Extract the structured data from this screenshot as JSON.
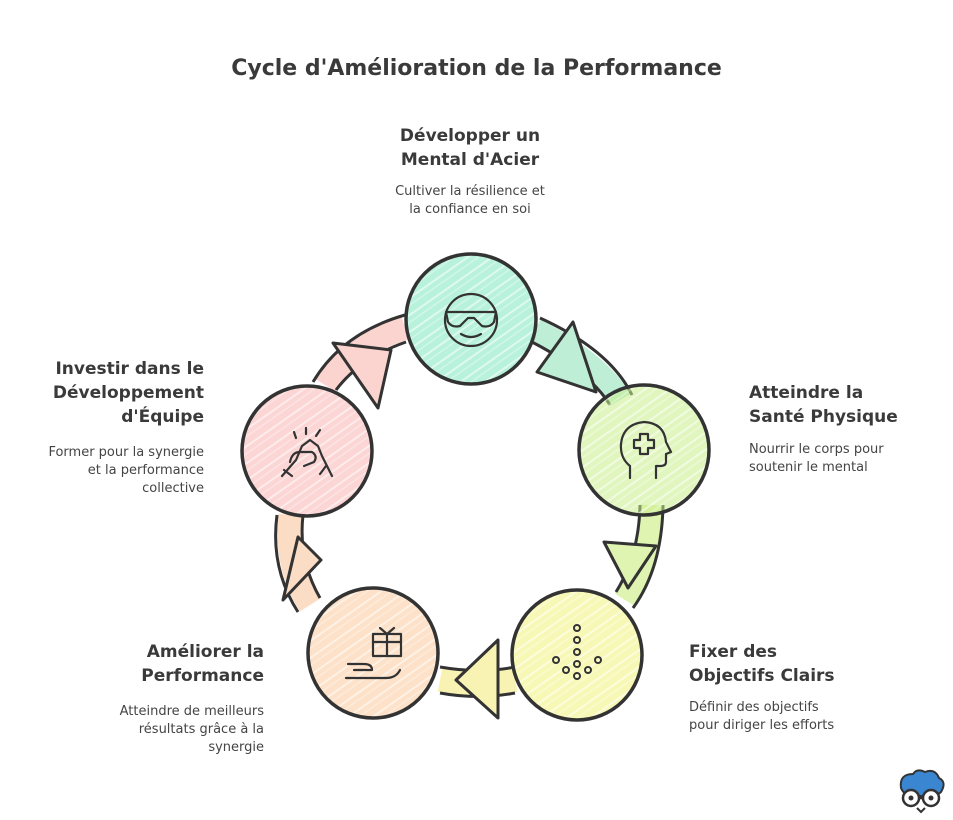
{
  "title": "Cycle d'Amélioration de la Performance",
  "steps": [
    {
      "title_lines": [
        "Développer un",
        "Mental d'Acier"
      ],
      "desc_lines": [
        "Cultiver la résilience et",
        "la confiance en soi"
      ],
      "color": "#7ee8bf",
      "icon": "sunglasses-face-icon"
    },
    {
      "title_lines": [
        "Atteindre la",
        "Santé Physique"
      ],
      "desc_lines": [
        "Nourrir le corps pour",
        "soutenir le mental"
      ],
      "color": "#c8ef8a",
      "icon": "head-health-cross-icon"
    },
    {
      "title_lines": [
        "Fixer des",
        "Objectifs Clairs"
      ],
      "desc_lines": [
        "Définir des objectifs",
        "pour diriger les efforts"
      ],
      "color": "#f3f27a",
      "icon": "dotted-arrow-down-icon"
    },
    {
      "title_lines": [
        "Améliorer la",
        "Performance"
      ],
      "desc_lines": [
        "Atteindre de meilleurs",
        "résultats grâce à la",
        "synergie"
      ],
      "color": "#fcc99a",
      "icon": "hand-offering-gift-icon"
    },
    {
      "title_lines": [
        "Investir dans le",
        "Développement",
        "d'Équipe"
      ],
      "desc_lines": [
        "Former pour la synergie",
        "et la performance",
        "collective"
      ],
      "color": "#fab3b3",
      "icon": "handshake-icon"
    }
  ],
  "colors": {
    "stroke": "#333333",
    "text": "#3a3a3a"
  }
}
